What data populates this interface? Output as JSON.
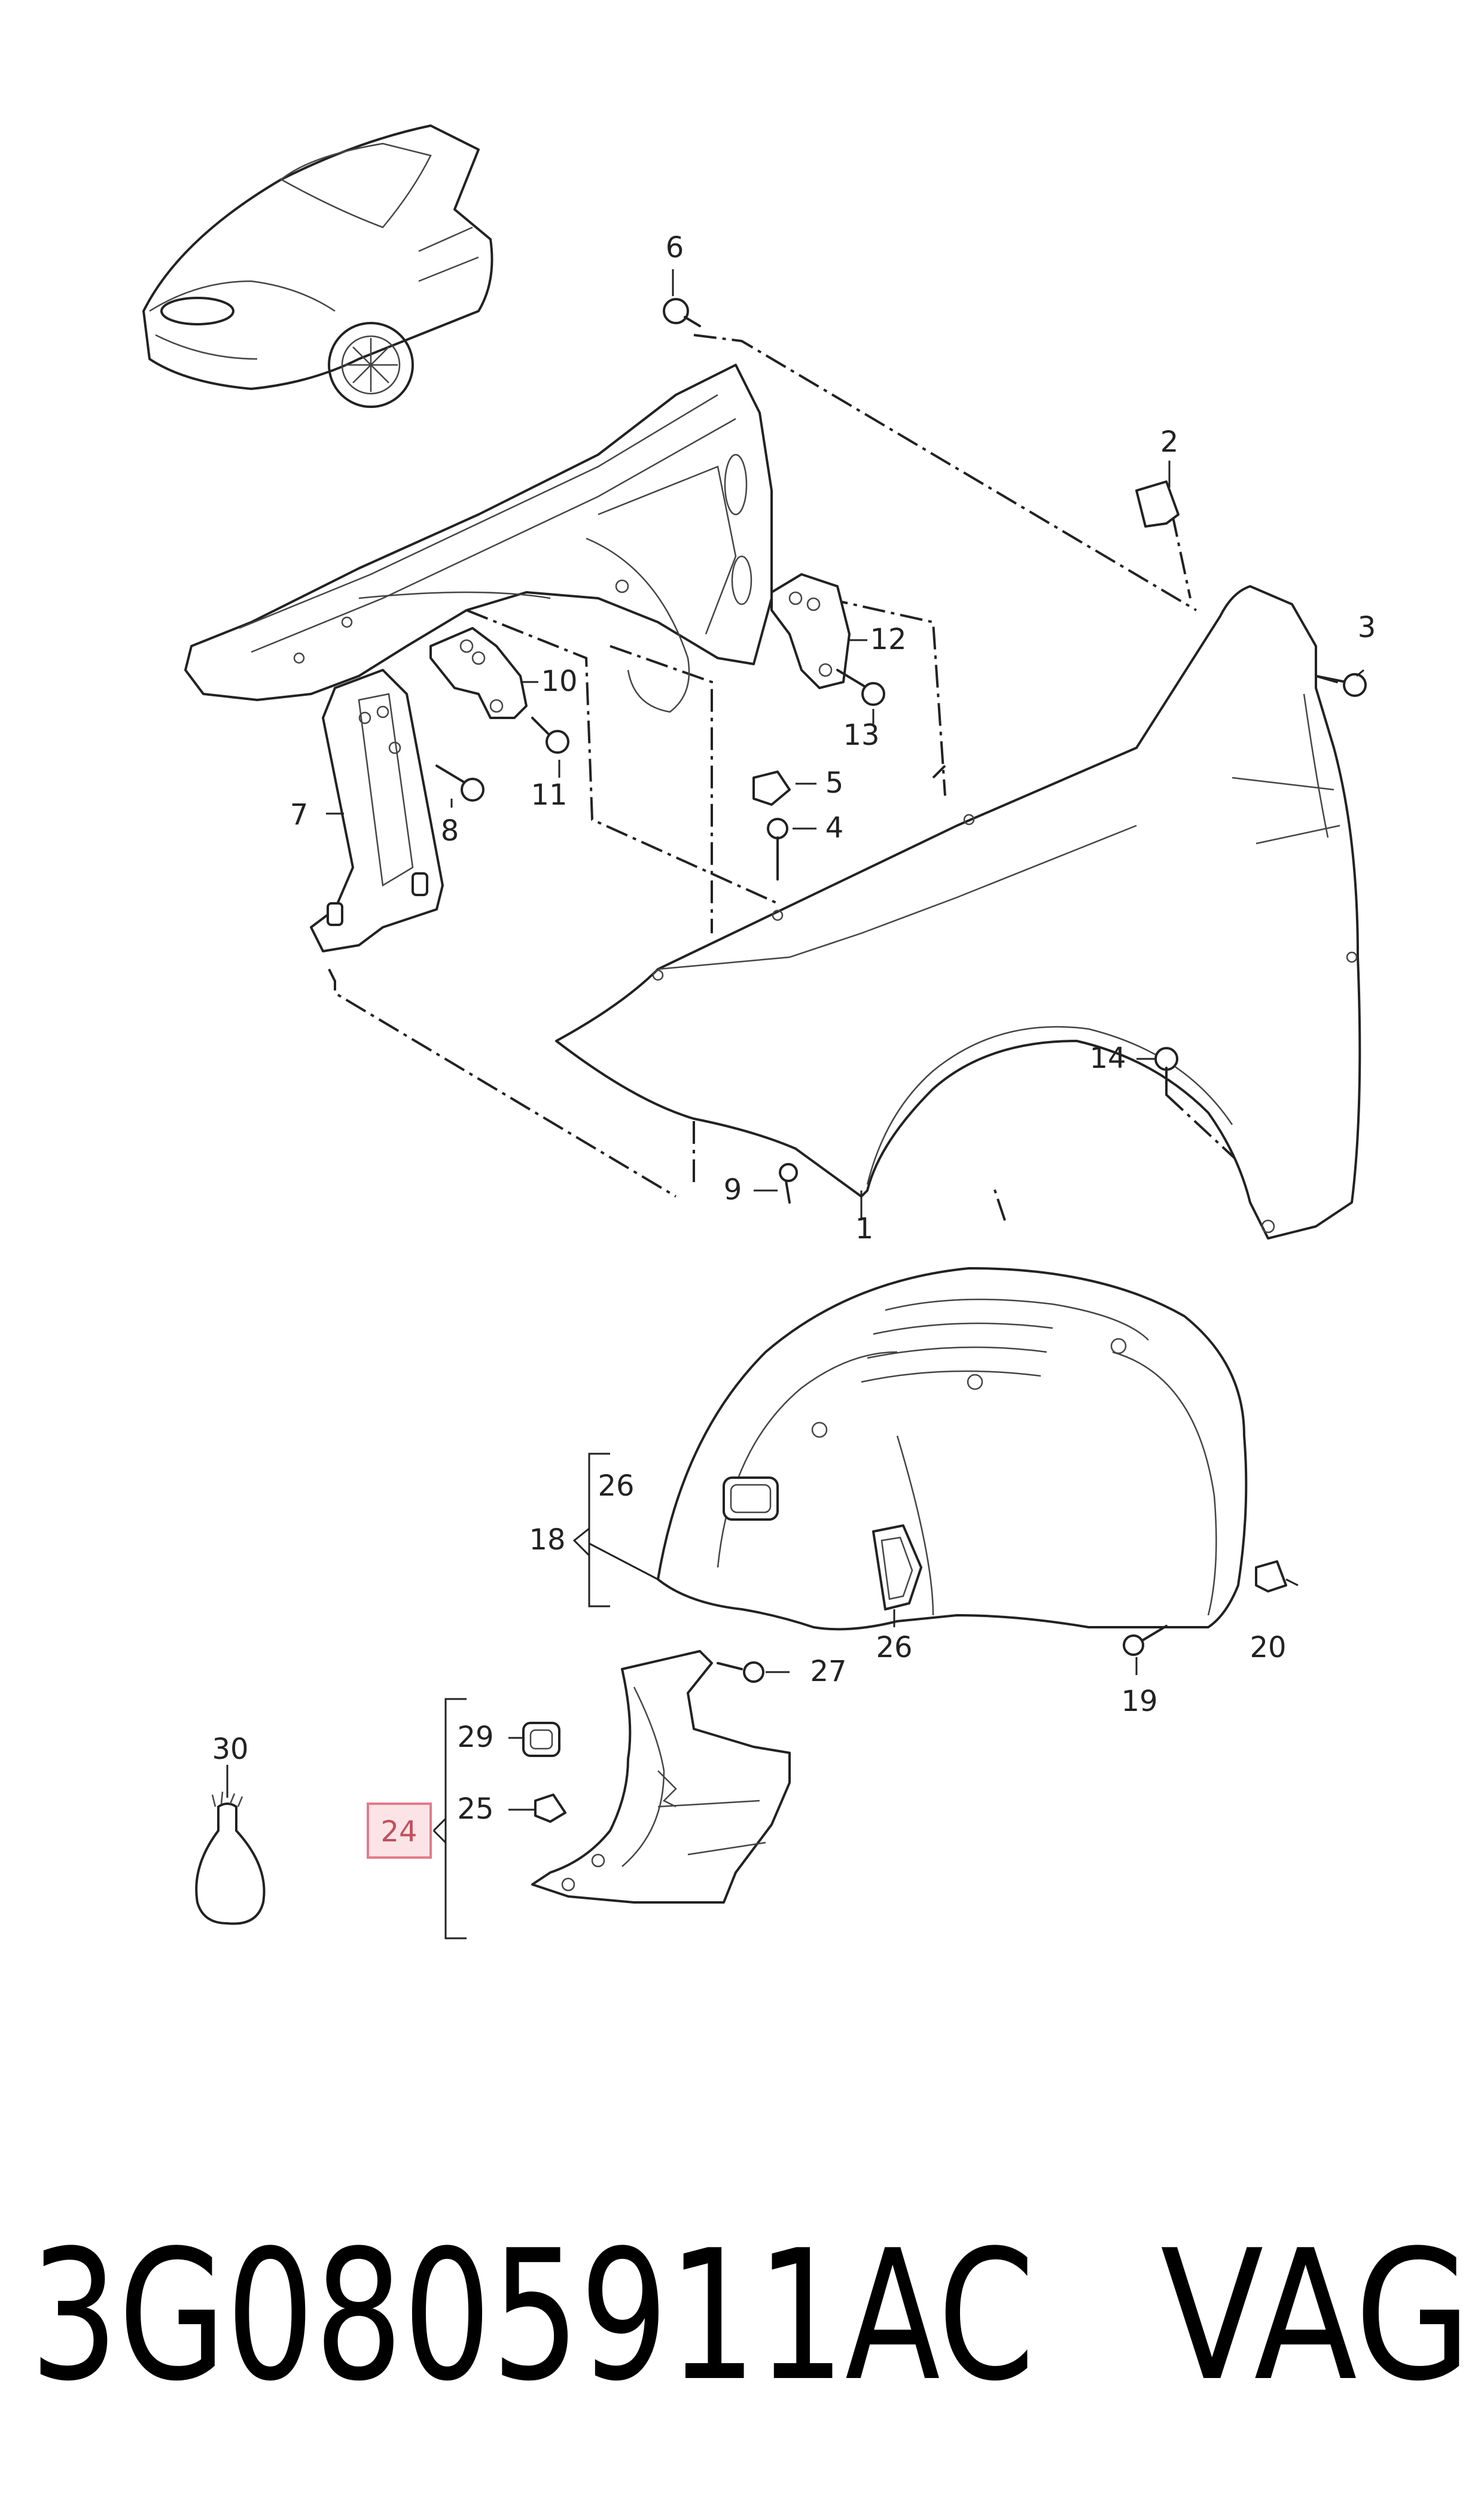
{
  "callouts": {
    "c1": "1",
    "c2": "2",
    "c3": "3",
    "c4": "4",
    "c5": "5",
    "c6": "6",
    "c7": "7",
    "c8": "8",
    "c9": "9",
    "c10": "10",
    "c11": "11",
    "c12": "12",
    "c13": "13",
    "c14": "14",
    "c18": "18",
    "c19": "19",
    "c20": "20",
    "c24": "24",
    "c25": "25",
    "c26a": "26",
    "c26b": "26",
    "c27": "27",
    "c29": "29",
    "c30": "30"
  },
  "highlight": {
    "label": "24",
    "color": "#e27b8a"
  },
  "footer": {
    "part_number": "3G0805911AC",
    "brand": "VAG"
  }
}
